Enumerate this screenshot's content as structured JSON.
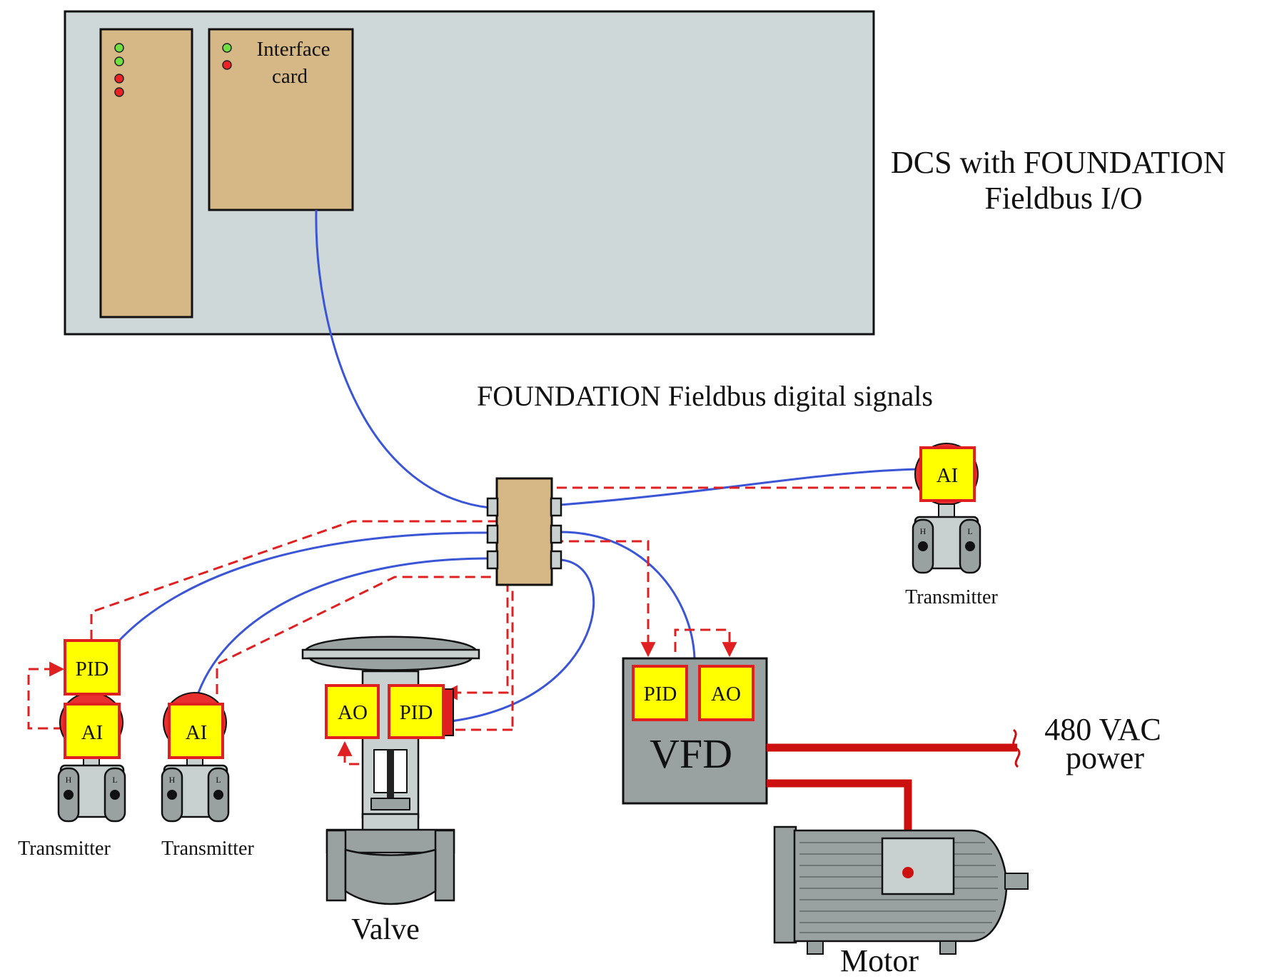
{
  "dcs": {
    "label_line1": "DCS with FOUNDATION",
    "label_line2": "Fieldbus I/O",
    "interface_card_line1": "Interface",
    "interface_card_line2": "card"
  },
  "bus_label": "FOUNDATION Fieldbus digital signals",
  "transmitters": [
    {
      "label": "Transmitter",
      "blocks": [
        "PID",
        "AI"
      ],
      "port_h": "H",
      "port_l": "L"
    },
    {
      "label": "Transmitter",
      "blocks": [
        "AI"
      ],
      "port_h": "H",
      "port_l": "L"
    },
    {
      "label": "Transmitter",
      "blocks": [
        "AI"
      ],
      "port_h": "H",
      "port_l": "L"
    }
  ],
  "valve": {
    "label": "Valve",
    "blocks": [
      "AO",
      "PID"
    ]
  },
  "vfd": {
    "label": "VFD",
    "blocks": [
      "PID",
      "AO"
    ]
  },
  "power": {
    "line1": "480 VAC",
    "line2": "power"
  },
  "motor": {
    "label": "Motor"
  },
  "colors": {
    "dcs_panel": "#cfd8d8",
    "card": "#d6b887",
    "fieldbus_cable": "#3a55d6",
    "signal_path": "#e02020",
    "function_block": "#ffff00",
    "block_border": "#e02020",
    "power_wire": "#cc1010",
    "device_gray": "#9aa1a1"
  }
}
